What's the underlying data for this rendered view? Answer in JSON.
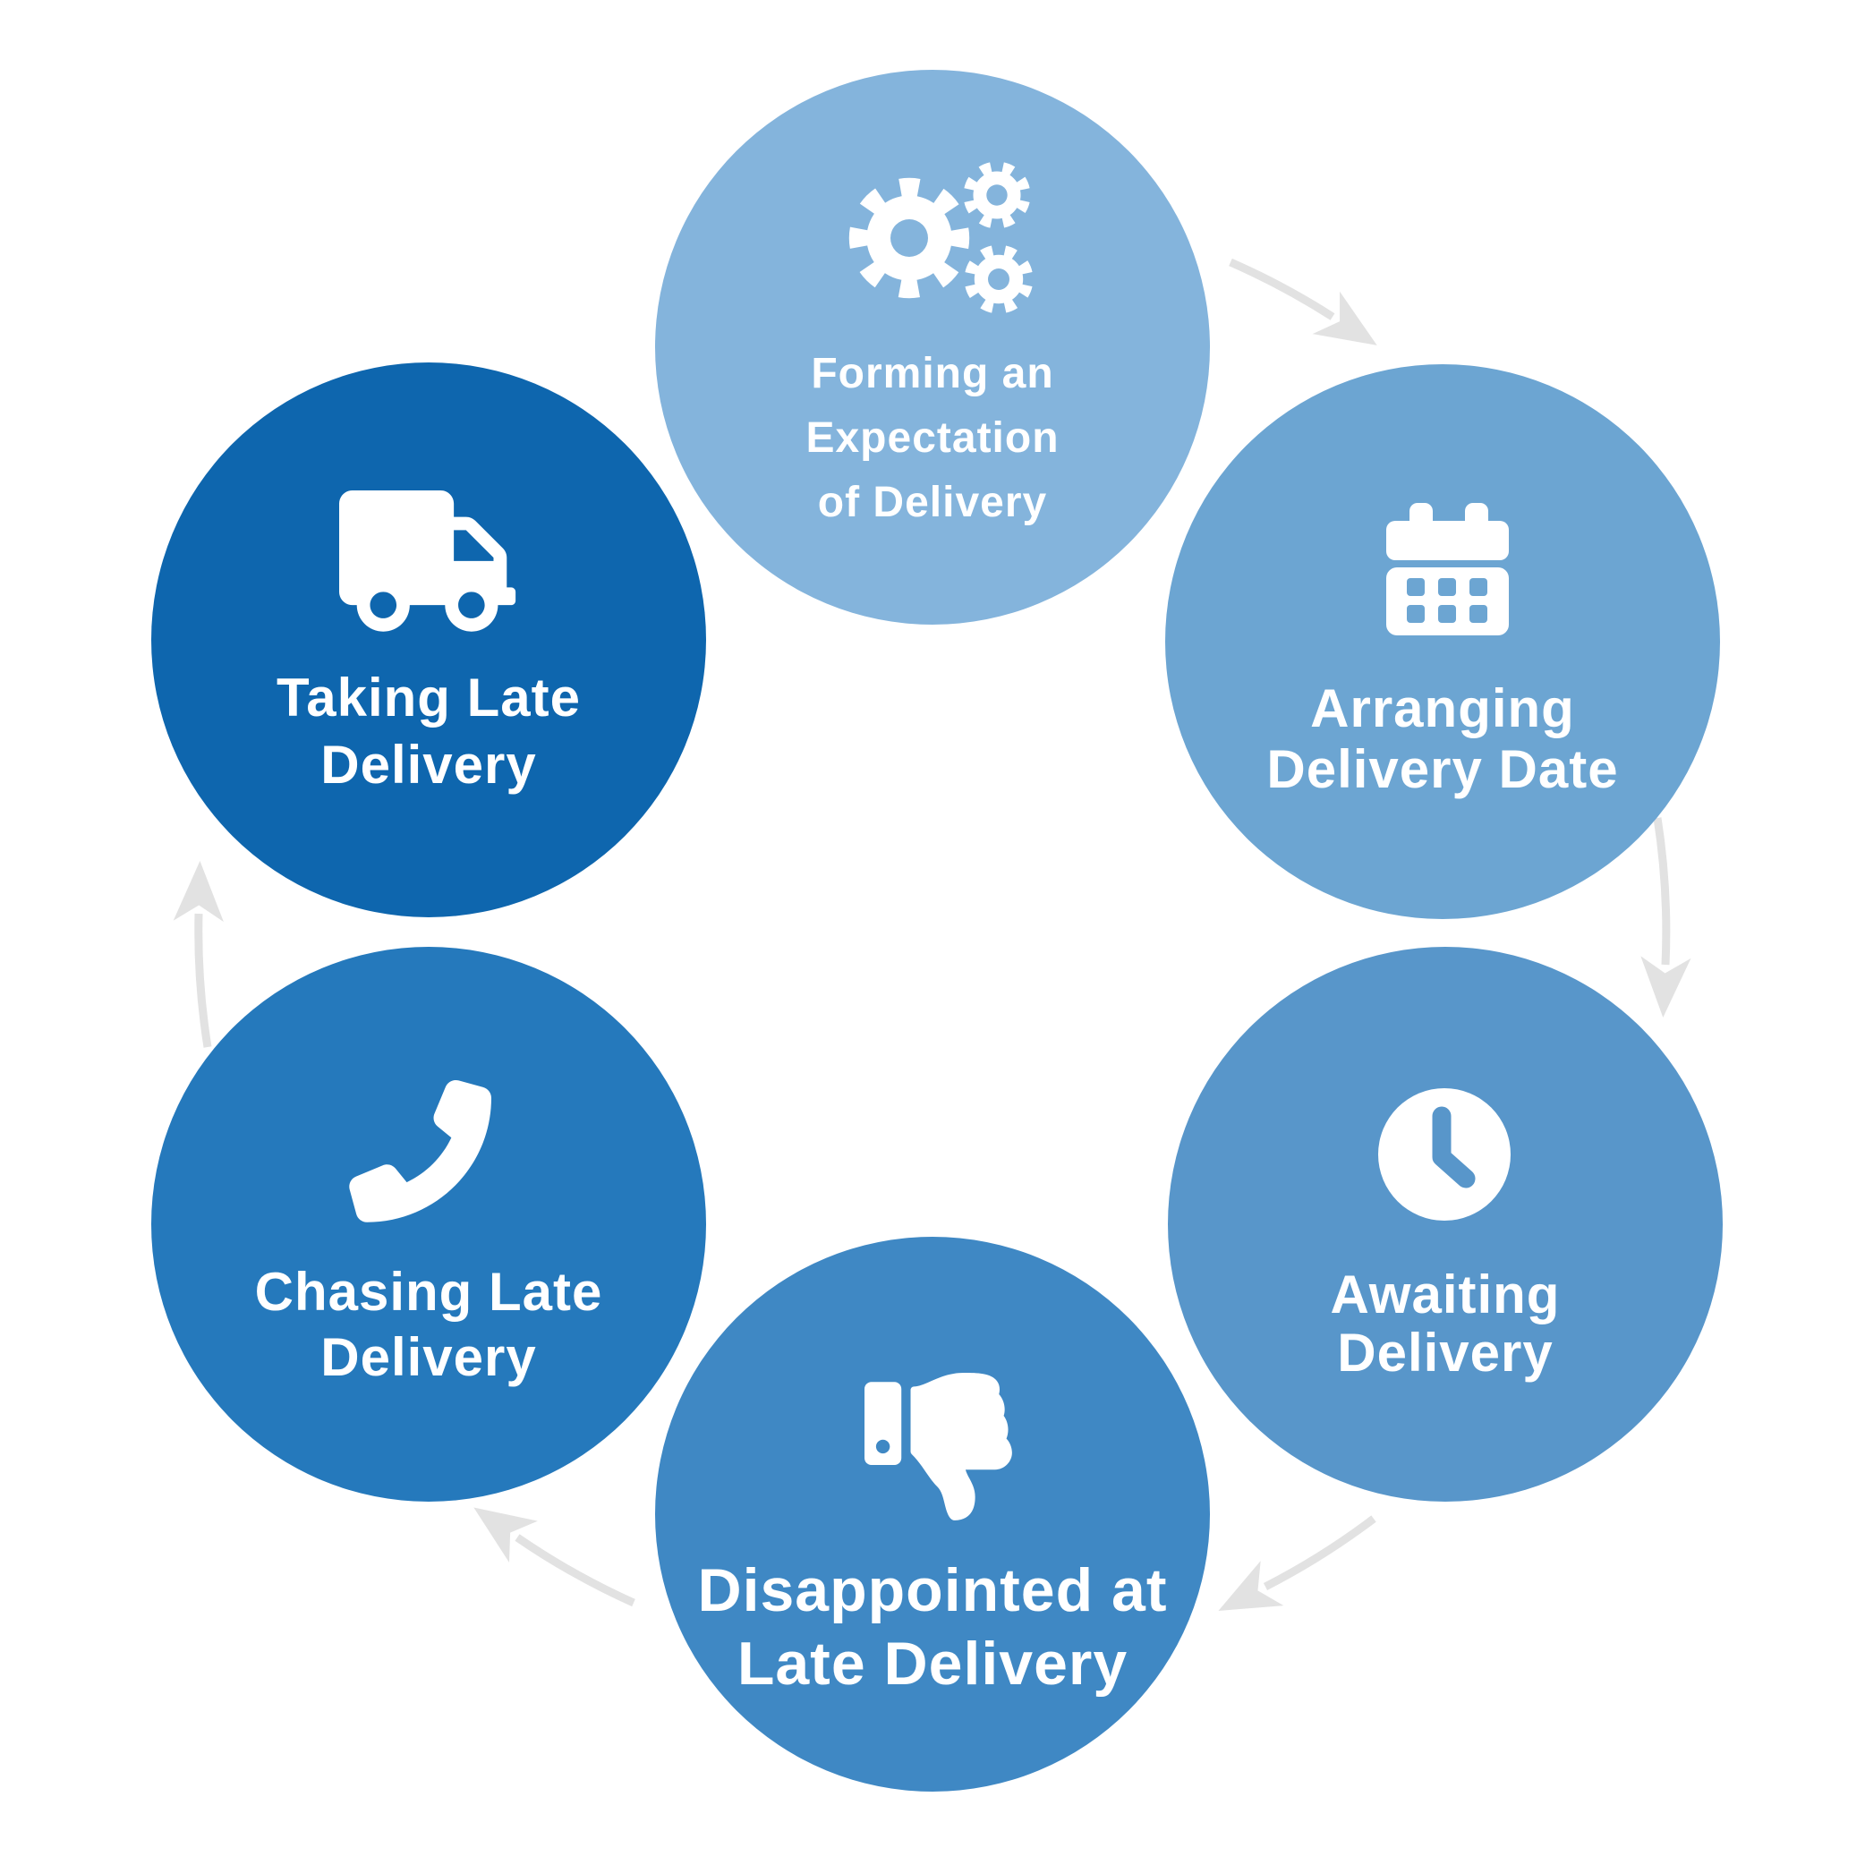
{
  "diagram": {
    "background": "#FFFFFF",
    "text_color": "#FFFFFF",
    "arrows": {
      "color": "#E2E2E2",
      "direction": "clockwise",
      "count": 5
    },
    "steps": [
      {
        "id": "forming",
        "icon": "gears-icon",
        "color": "#84B4DC",
        "lines": [
          "Forming an",
          "Expectation",
          "of Delivery"
        ]
      },
      {
        "id": "arranging",
        "icon": "calendar-icon",
        "color": "#6CA5D2",
        "lines": [
          "Arranging",
          "Delivery Date"
        ]
      },
      {
        "id": "awaiting",
        "icon": "clock-icon",
        "color": "#5896CA",
        "lines": [
          "Awaiting",
          "Delivery"
        ]
      },
      {
        "id": "disappointed",
        "icon": "thumbs-down-icon",
        "color": "#3F88C4",
        "lines": [
          "Disappointed at",
          "Late Delivery"
        ]
      },
      {
        "id": "chasing",
        "icon": "phone-icon",
        "color": "#2579BC",
        "lines": [
          "Chasing Late",
          "Delivery"
        ]
      },
      {
        "id": "taking",
        "icon": "truck-icon",
        "color": "#0E66AE",
        "lines": [
          "Taking Late",
          "Delivery"
        ]
      }
    ]
  }
}
